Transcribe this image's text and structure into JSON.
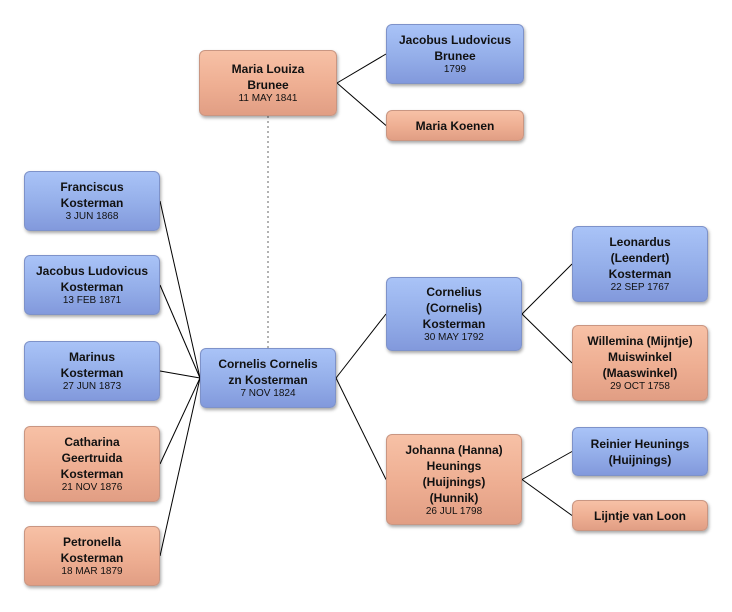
{
  "people": [
    {
      "id": "maria-louiza-brunee",
      "name": "Maria Louiza\nBrunee",
      "date": "11 MAY 1841",
      "sex": "female"
    },
    {
      "id": "jacobus-ludovicus-brunee",
      "name": "Jacobus Ludovicus\nBrunee",
      "date": "1799",
      "sex": "male"
    },
    {
      "id": "maria-koenen",
      "name": "Maria Koenen",
      "date": "",
      "sex": "female"
    },
    {
      "id": "franciscus-kosterman",
      "name": "Franciscus\nKosterman",
      "date": "3 JUN 1868",
      "sex": "male"
    },
    {
      "id": "jacobus-ludovicus-kosterman",
      "name": "Jacobus Ludovicus\nKosterman",
      "date": "13 FEB 1871",
      "sex": "male"
    },
    {
      "id": "marinus-kosterman",
      "name": "Marinus\nKosterman",
      "date": "27 JUN 1873",
      "sex": "male"
    },
    {
      "id": "catharina-geertruida-kosterman",
      "name": "Catharina\nGeertruida\nKosterman",
      "date": "21 NOV 1876",
      "sex": "female"
    },
    {
      "id": "petronella-kosterman",
      "name": "Petronella\nKosterman",
      "date": "18 MAR 1879",
      "sex": "female"
    },
    {
      "id": "cornelis-cornelis-zn-kosterman",
      "name": "Cornelis Cornelis\nzn Kosterman",
      "date": "7 NOV 1824",
      "sex": "male"
    },
    {
      "id": "cornelius-kosterman",
      "name": "Cornelius\n(Cornelis)\nKosterman",
      "date": "30 MAY 1792",
      "sex": "male"
    },
    {
      "id": "johanna-heunings",
      "name": "Johanna (Hanna)\nHeunings\n(Huijnings)\n(Hunnik)",
      "date": "26 JUL 1798",
      "sex": "female"
    },
    {
      "id": "leonardus-kosterman",
      "name": "Leonardus\n(Leendert)\nKosterman",
      "date": "22 SEP 1767",
      "sex": "male"
    },
    {
      "id": "willemina-muiswinkel",
      "name": "Willemina (Mijntje)\nMuiswinkel\n(Maaswinkel)",
      "date": "29 OCT 1758",
      "sex": "female"
    },
    {
      "id": "reinier-heunings",
      "name": "Reinier Heunings\n(Huijnings)",
      "date": "",
      "sex": "male"
    },
    {
      "id": "lijntje-van-loon",
      "name": "Lijntje van Loon",
      "date": "",
      "sex": "female"
    }
  ],
  "links": [
    {
      "from": "maria-louiza-brunee",
      "to": "jacobus-ludovicus-brunee",
      "style": "solid"
    },
    {
      "from": "maria-louiza-brunee",
      "to": "maria-koenen",
      "style": "solid"
    },
    {
      "from": "maria-louiza-brunee",
      "to": "cornelis-cornelis-zn-kosterman",
      "style": "dotted"
    },
    {
      "from": "franciscus-kosterman",
      "to": "cornelis-cornelis-zn-kosterman",
      "style": "solid"
    },
    {
      "from": "jacobus-ludovicus-kosterman",
      "to": "cornelis-cornelis-zn-kosterman",
      "style": "solid"
    },
    {
      "from": "marinus-kosterman",
      "to": "cornelis-cornelis-zn-kosterman",
      "style": "solid"
    },
    {
      "from": "catharina-geertruida-kosterman",
      "to": "cornelis-cornelis-zn-kosterman",
      "style": "solid"
    },
    {
      "from": "petronella-kosterman",
      "to": "cornelis-cornelis-zn-kosterman",
      "style": "solid"
    },
    {
      "from": "cornelis-cornelis-zn-kosterman",
      "to": "cornelius-kosterman",
      "style": "solid"
    },
    {
      "from": "cornelis-cornelis-zn-kosterman",
      "to": "johanna-heunings",
      "style": "solid"
    },
    {
      "from": "cornelius-kosterman",
      "to": "leonardus-kosterman",
      "style": "solid"
    },
    {
      "from": "cornelius-kosterman",
      "to": "willemina-muiswinkel",
      "style": "solid"
    },
    {
      "from": "johanna-heunings",
      "to": "reinier-heunings",
      "style": "solid"
    },
    {
      "from": "johanna-heunings",
      "to": "lijntje-van-loon",
      "style": "solid"
    }
  ],
  "colors": {
    "male": "#94aee9",
    "female": "#eeae92",
    "line": "#000000"
  }
}
